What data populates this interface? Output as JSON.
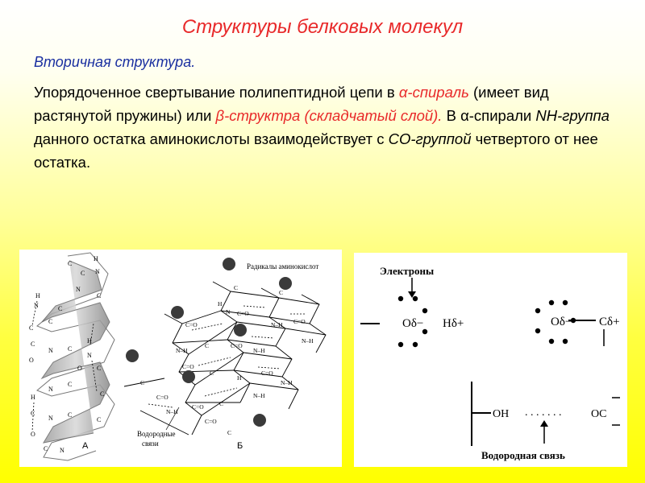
{
  "slide": {
    "title": "Структуры белковых молекул",
    "subtitle": "Вторичная структура.",
    "para": {
      "t1": "Упорядоченное свертывание полипептидной цепи в ",
      "r1": "α-спираль",
      "t2": " (имеет вид растянутой пружины) или ",
      "r2": "β-структра (складчатый слой).",
      "t3": " В α-спирали ",
      "i1": "NH-группа",
      "t4": " данного остатка аминокислоты взаимодействует с ",
      "i2": "CO-группой",
      "t5": " четвертого от нее остатка."
    }
  },
  "figure_left": {
    "label_a": "А",
    "label_b": "Б",
    "radicals_label": "Радикалы аминокислот",
    "hbonds_label_1": "Водородные",
    "hbonds_label_2": "связи",
    "atom_c": "C",
    "atom_n": "N",
    "atom_h": "H",
    "atom_o": "O",
    "dbl_o": "C=O",
    "nh": "N–H"
  },
  "figure_right": {
    "electrons_label": "Электроны",
    "o_delta": "Oδ−",
    "h_delta": "Hδ+",
    "c_delta": "Cδ+",
    "oh": "OH",
    "oc": "OC",
    "dots": ". . . . . . .",
    "hbond_label": "Водородная связь"
  }
}
